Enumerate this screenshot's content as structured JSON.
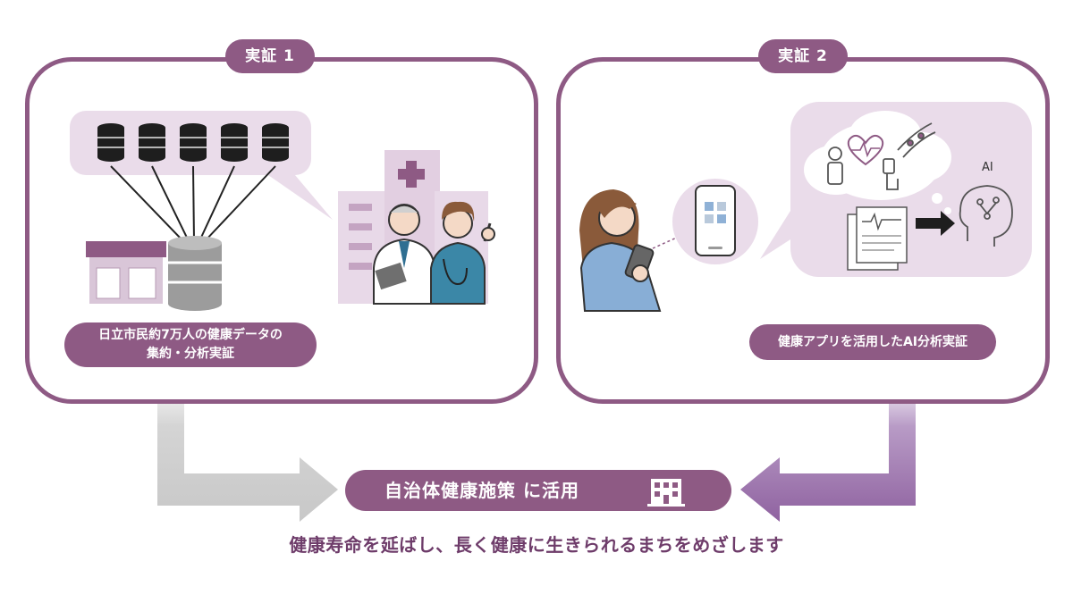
{
  "panel1": {
    "badge": "実証 1",
    "caption_line1": "日立市民約7万人の健康データの",
    "caption_line2": "集約・分析実証"
  },
  "panel2": {
    "badge": "実証 2",
    "caption": "健康アプリを活用したAI分析実証",
    "ai_label": "AI"
  },
  "result": {
    "label": "自治体健康施策 に活用"
  },
  "slogan": "健康寿命を延ばし、長く健康に生きられるまちをめざします",
  "colors": {
    "accent": "#8e5a84",
    "cloud": "#eadcea",
    "gray_arrow": "#cfcfcf",
    "purple_arrow": "#9a6ea8"
  }
}
